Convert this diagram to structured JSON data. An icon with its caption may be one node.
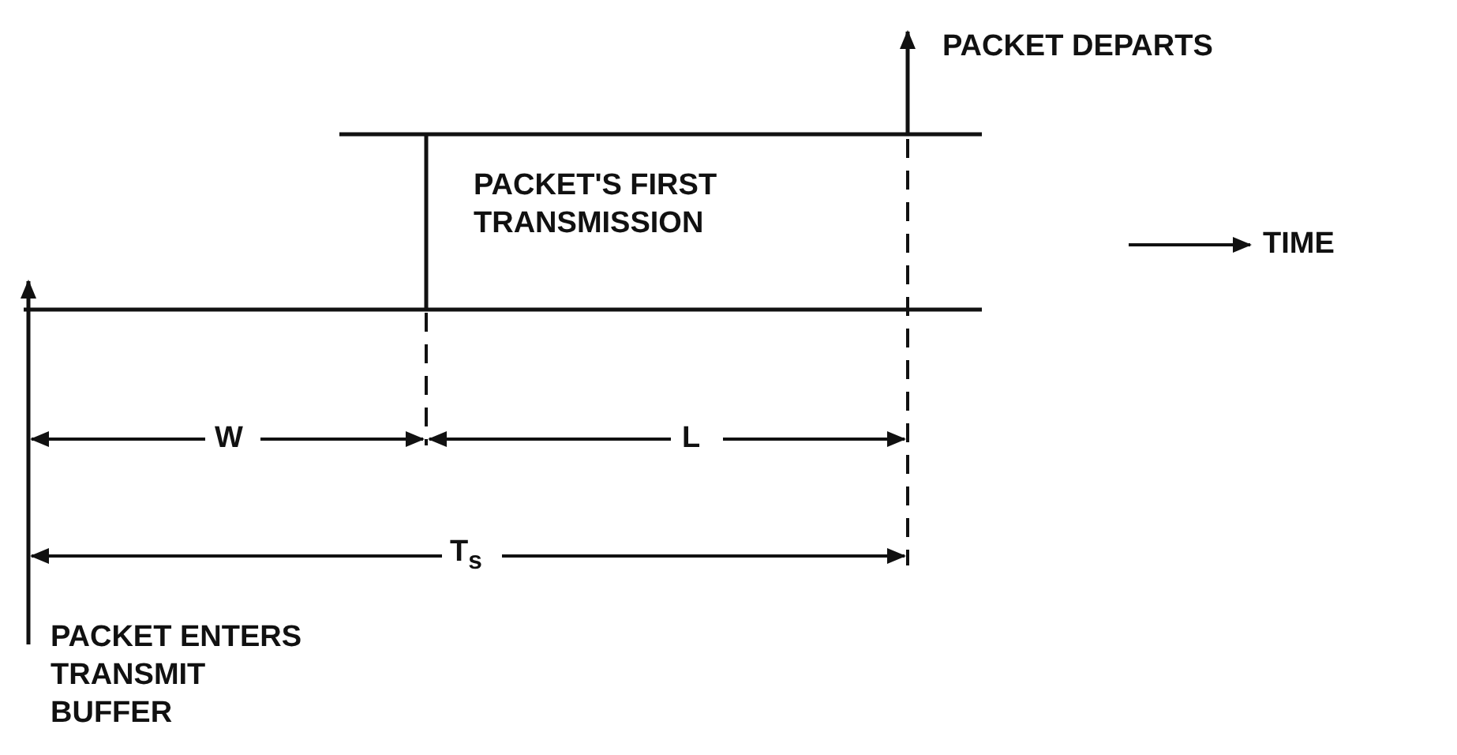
{
  "diagram": {
    "labels": [
      "PACKET DEPARTS",
      "PACKET'S FIRST TRANSMISSION",
      "TIME",
      "W",
      "L",
      "T$_{s}$",
      "PACKET ENTERS TRANSMIT BUFFER"
    ]
  }
}
